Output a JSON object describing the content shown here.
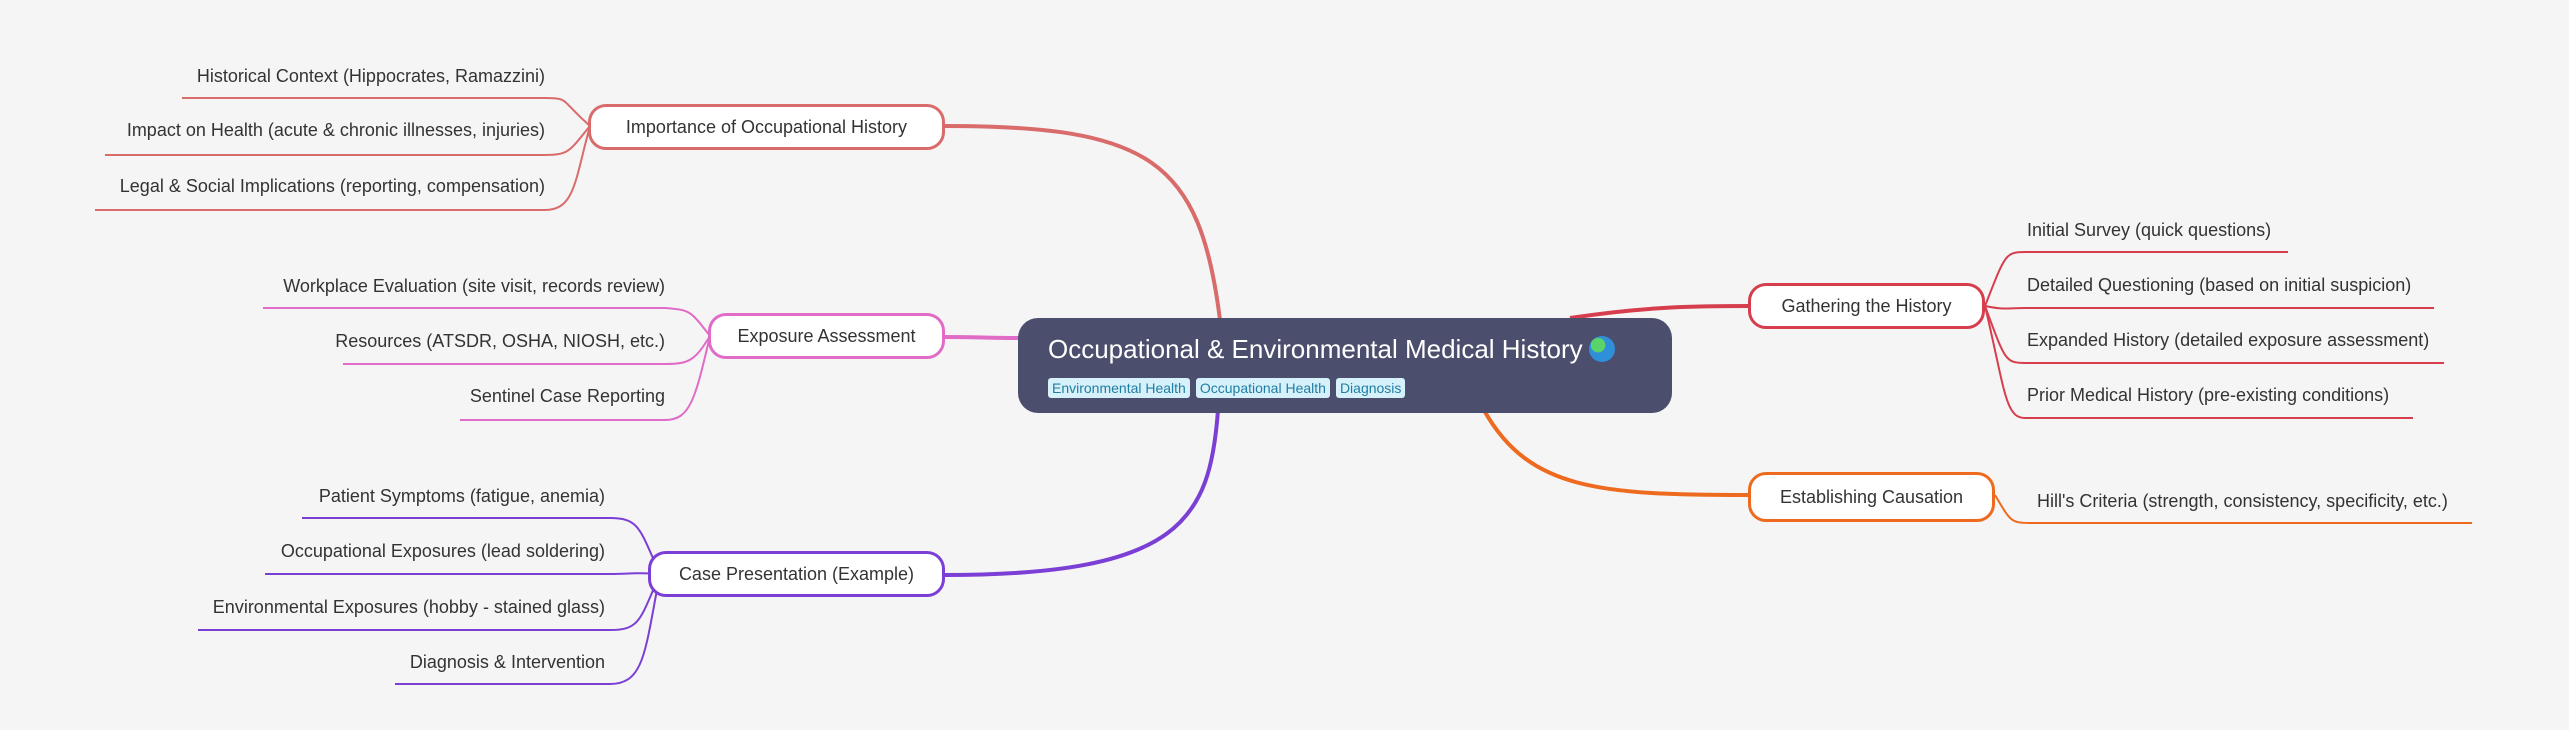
{
  "central": {
    "title": "Occupational & Environmental Medical History",
    "icon": "globe-icon",
    "tags": [
      "Environmental Health",
      "Occupational Health",
      "Diagnosis"
    ]
  },
  "colors": {
    "importance": "#d96b6b",
    "exposure": "#e06cc8",
    "case": "#7b3fd6",
    "gathering": "#d63e4e",
    "causation": "#ee6a1f",
    "center_bg": "#4b4e6d",
    "tag_bg": "#d6f1fa"
  },
  "branches": {
    "importance": {
      "label": "Importance of Occupational History",
      "children": [
        "Historical Context (Hippocrates, Ramazzini)",
        "Impact on Health (acute & chronic illnesses, injuries)",
        "Legal & Social Implications (reporting, compensation)"
      ]
    },
    "exposure": {
      "label": "Exposure Assessment",
      "children": [
        "Workplace Evaluation (site visit, records review)",
        "Resources (ATSDR, OSHA, NIOSH, etc.)",
        "Sentinel Case Reporting"
      ]
    },
    "case": {
      "label": "Case Presentation (Example)",
      "children": [
        "Patient Symptoms (fatigue, anemia)",
        "Occupational Exposures (lead soldering)",
        "Environmental Exposures (hobby - stained glass)",
        "Diagnosis & Intervention"
      ]
    },
    "gathering": {
      "label": "Gathering the History",
      "children": [
        "Initial Survey (quick questions)",
        "Detailed Questioning (based on initial suspicion)",
        "Expanded History (detailed exposure assessment)",
        "Prior Medical History (pre-existing conditions)"
      ]
    },
    "causation": {
      "label": "Establishing Causation",
      "children": [
        "Hill's Criteria (strength, consistency, specificity, etc.)"
      ]
    }
  }
}
